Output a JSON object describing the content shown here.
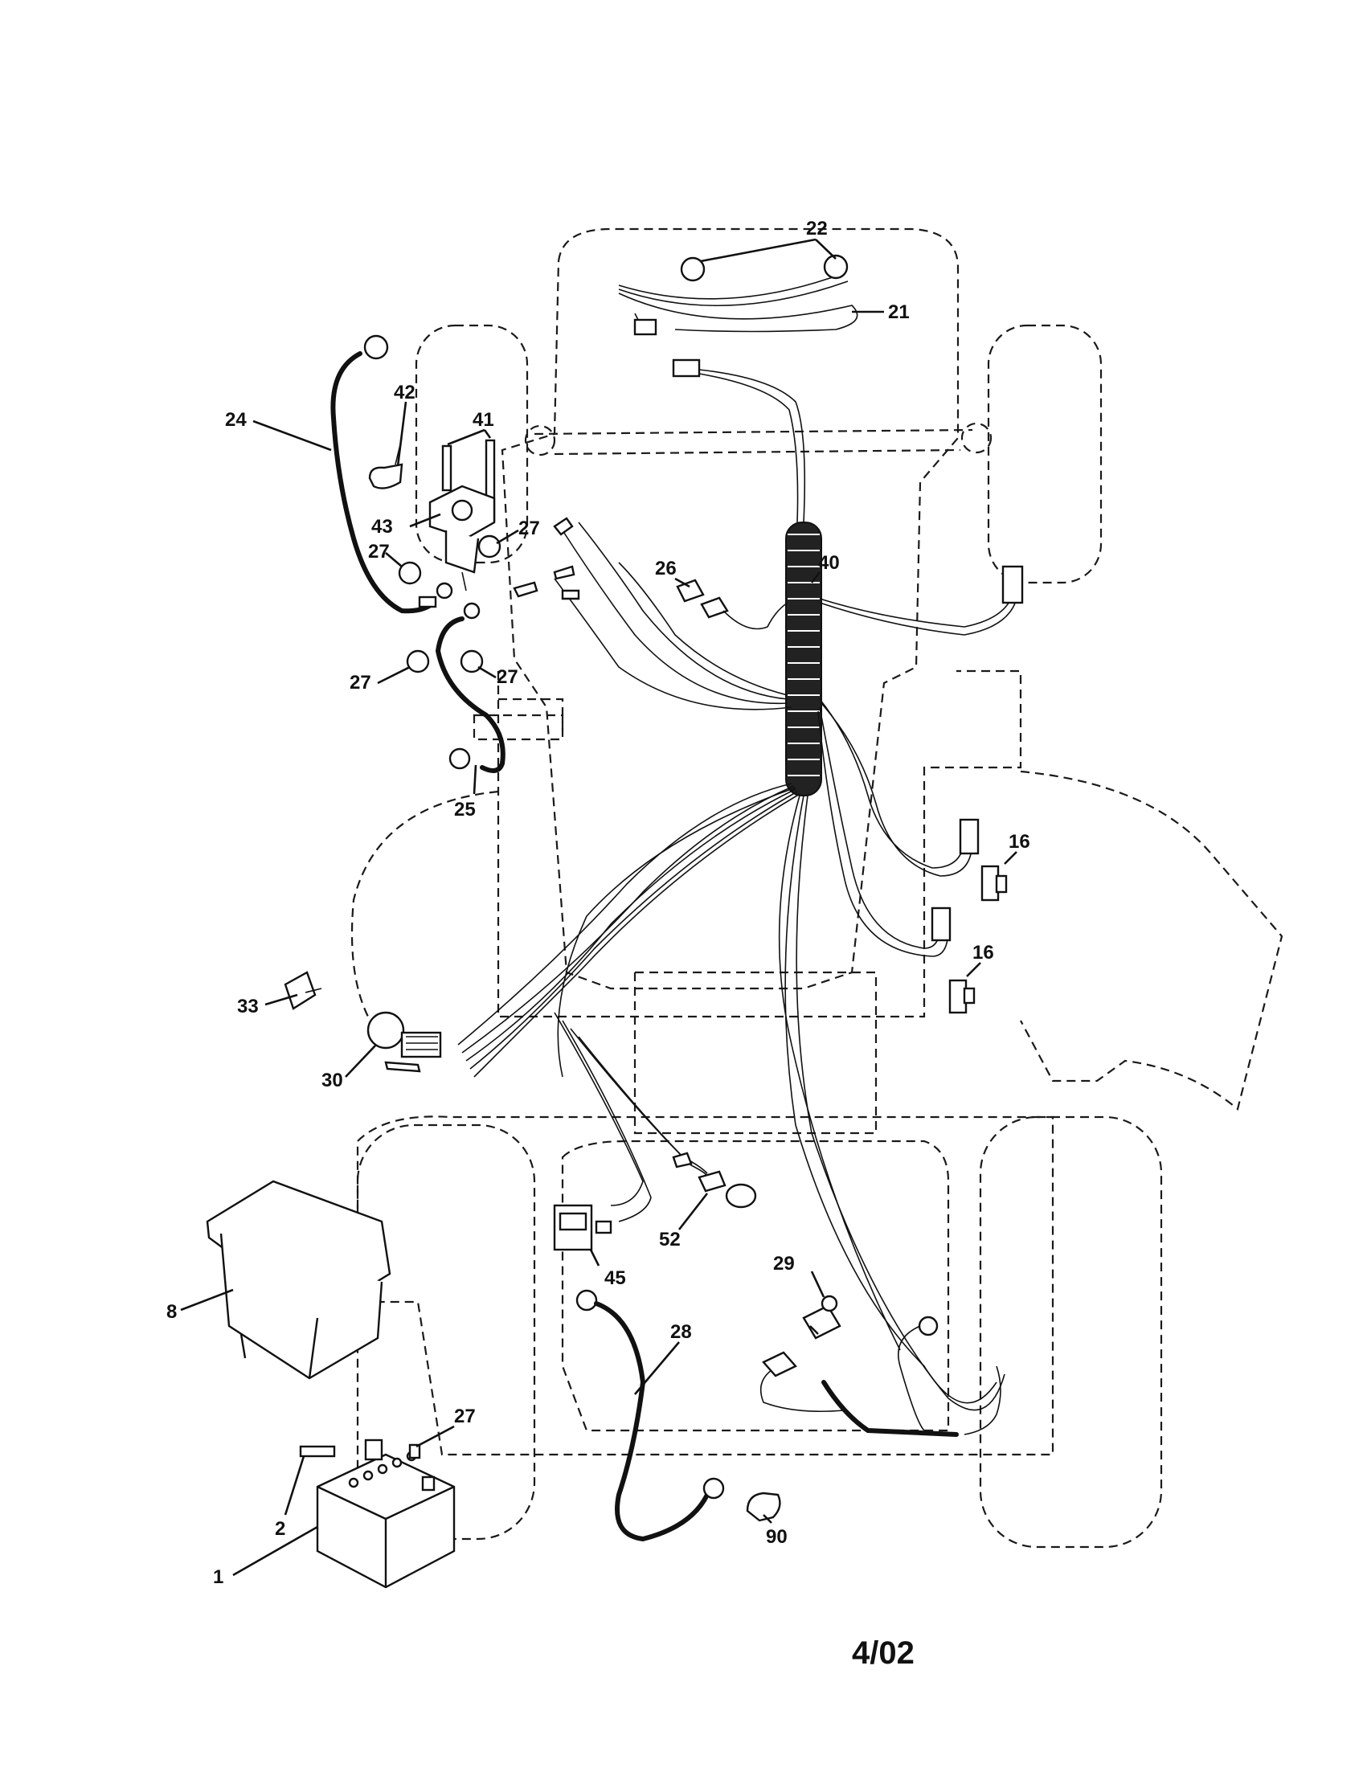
{
  "callouts": {
    "c1": "1",
    "c2": "2",
    "c8": "8",
    "c16a": "16",
    "c16b": "16",
    "c21": "21",
    "c22": "22",
    "c24": "24",
    "c25": "25",
    "c26": "26",
    "c27a": "27",
    "c27b": "27",
    "c27c": "27",
    "c27d": "27",
    "c27e": "27",
    "c28": "28",
    "c29": "29",
    "c30": "30",
    "c33": "33",
    "c40": "40",
    "c41": "41",
    "c42": "42",
    "c43": "43",
    "c45": "45",
    "c52": "52",
    "c90": "90"
  },
  "revision_date": "4/02"
}
